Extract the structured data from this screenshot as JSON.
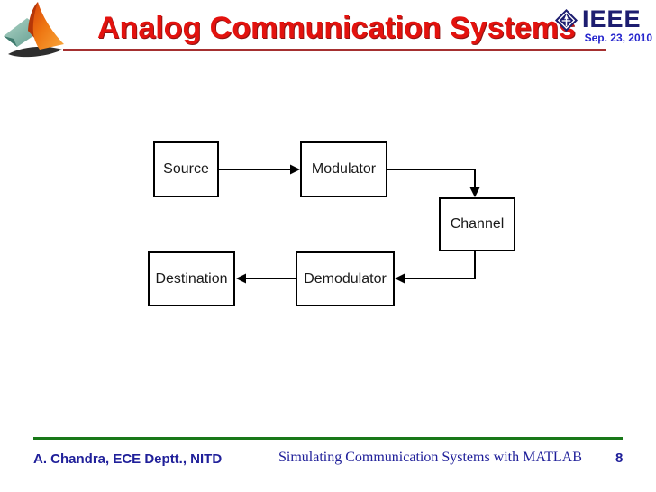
{
  "header": {
    "title": "Analog Communication Systems",
    "ieee": {
      "label": "IEEE",
      "date": "Sep. 23, 2010"
    },
    "icons": {
      "matlab_logo": "matlab-membrane-logo",
      "ieee_diamond": "ieee-diamond-logo"
    }
  },
  "diagram": {
    "blocks": [
      {
        "id": "source",
        "label": "Source"
      },
      {
        "id": "modulator",
        "label": "Modulator"
      },
      {
        "id": "channel",
        "label": "Channel"
      },
      {
        "id": "destination",
        "label": "Destination"
      },
      {
        "id": "demodulator",
        "label": "Demodulator"
      }
    ],
    "flow": [
      "Source -> Modulator",
      "Modulator -> Channel",
      "Channel -> Demodulator",
      "Demodulator -> Destination"
    ]
  },
  "footer": {
    "author": "A. Chandra, ECE Deptt., NITD",
    "center_text": "Simulating Communication Systems with MATLAB",
    "page_number": "8"
  },
  "colors": {
    "title_red": "#e3120e",
    "header_rule_red": "#a53030",
    "footer_rule_green": "#187818",
    "footer_navy_text": "#20209a",
    "ieee_navy": "#1d1d70",
    "date_blue": "#2525cd",
    "diagram_line": "#000000"
  }
}
